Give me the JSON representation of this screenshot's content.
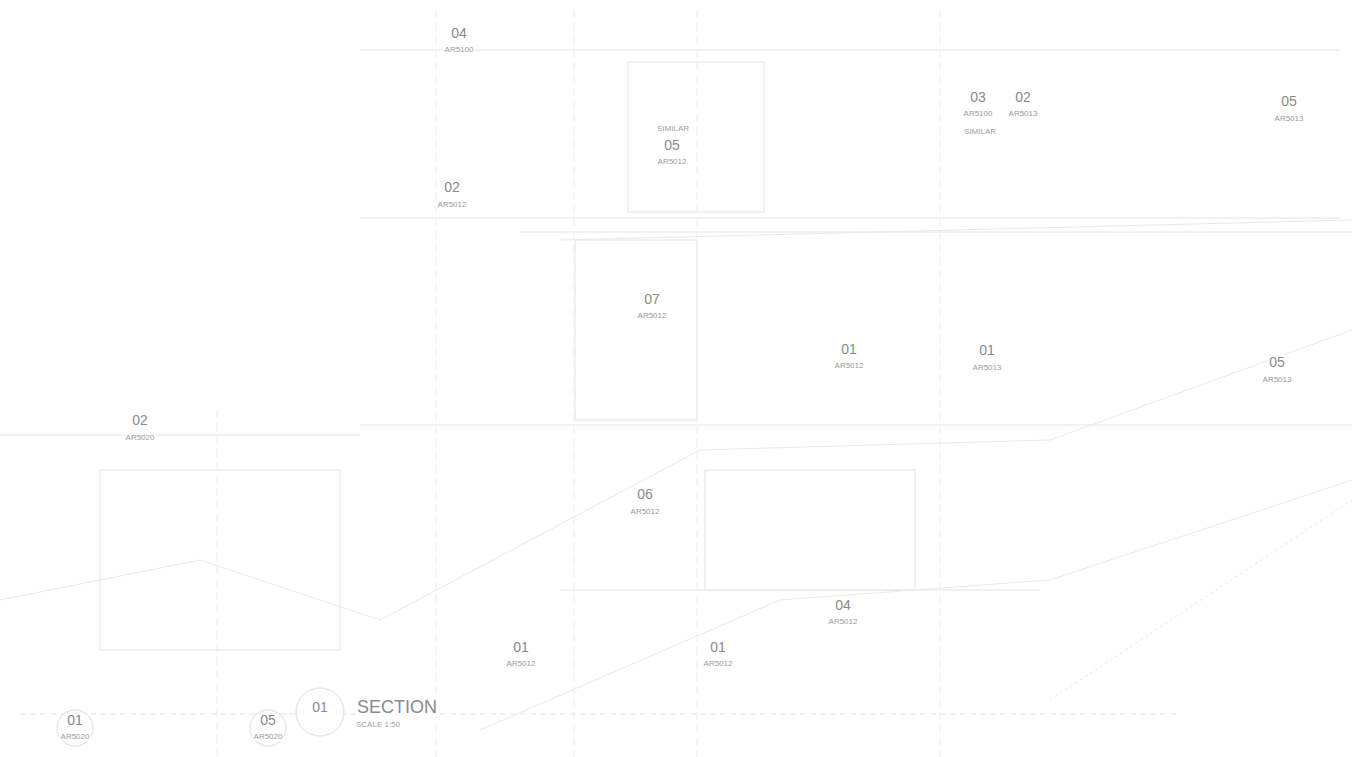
{
  "diagram": {
    "title": "SECTION",
    "labels": [
      "04",
      "AR5100",
      "SIMILAR",
      "05",
      "AR5012",
      "02",
      "AR5012",
      "03",
      "AR5100",
      "SIMILAR",
      "02",
      "AR5013",
      "05",
      "AR5013",
      "07",
      "AR5012",
      "01",
      "AR5012",
      "01",
      "AR5013",
      "05",
      "AR5013",
      "02",
      "AR5020",
      "06",
      "AR5012",
      "04",
      "AR5012",
      "01",
      "AR5012",
      "01",
      "AR5012",
      "01",
      "AR5020",
      "05",
      "AR5020",
      "01",
      "SCALE 1:50"
    ]
  }
}
